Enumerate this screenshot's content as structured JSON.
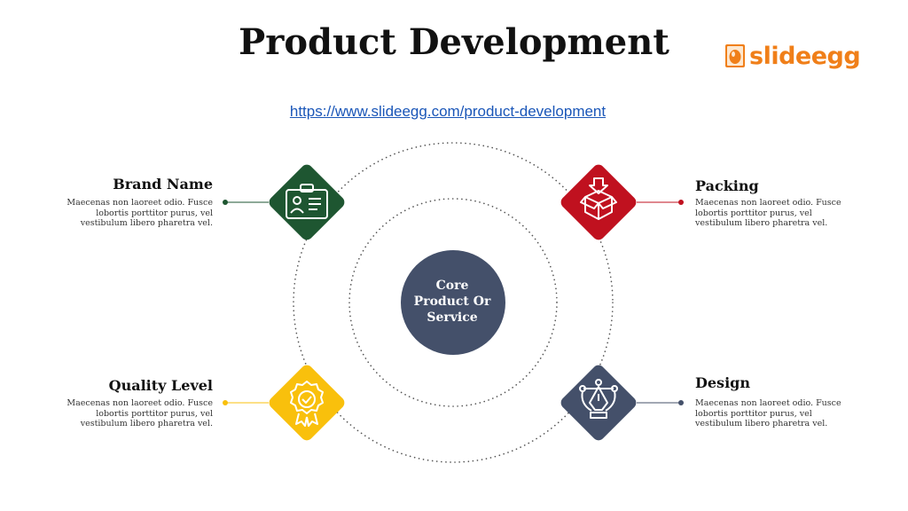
{
  "title": "Product Development",
  "logo": {
    "text": "slideegg"
  },
  "link": "https://www.slideegg.com/product-development",
  "core": {
    "label_lines": [
      "Core",
      "Product Or",
      "Service"
    ]
  },
  "items": [
    {
      "title": "Brand Name",
      "description": "Maecenas non laoreet odio. Fusce lobortis porttitor purus, vel vestibulum libero pharetra vel.",
      "color": "#1e5631",
      "icon": "id-badge-icon"
    },
    {
      "title": "Packing",
      "description": "Maecenas non laoreet odio. Fusce lobortis porttitor purus, vel vestibulum libero pharetra vel.",
      "color": "#c0111f",
      "icon": "box-download-icon"
    },
    {
      "title": "Quality Level",
      "description": "Maecenas non laoreet odio. Fusce lobortis porttitor purus, vel vestibulum libero pharetra vel.",
      "color": "#f9c00c",
      "icon": "award-ribbon-icon"
    },
    {
      "title": "Design",
      "description": "Maecenas non laoreet odio. Fusce lobortis porttitor purus, vel vestibulum libero pharetra vel.",
      "color": "#44506a",
      "icon": "pen-tool-icon"
    }
  ],
  "colors": {
    "core": "#44506a",
    "logo": "#f07f19",
    "link": "#1a56b8"
  }
}
